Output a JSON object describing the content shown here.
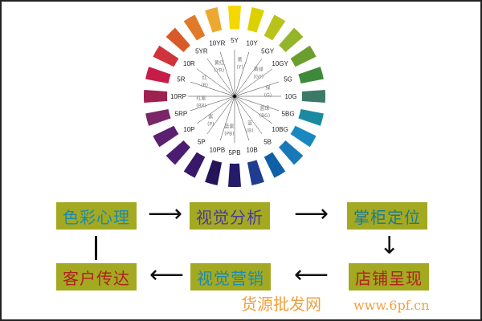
{
  "wheel": {
    "segment_colors": [
      "#f5d800",
      "#dcd000",
      "#b8c21a",
      "#94b42a",
      "#6c9e2e",
      "#3f8a3a",
      "#3b7a66",
      "#1a8aa0",
      "#1a88c0",
      "#1878b8",
      "#1060a8",
      "#203c90",
      "#241c68",
      "#24145a",
      "#38186a",
      "#4c1c70",
      "#5c2070",
      "#7a2668",
      "#a02050",
      "#c81c48",
      "#d0343a",
      "#d85a28",
      "#e07a28",
      "#eca830"
    ],
    "hue_labels": [
      "5Y",
      "10Y",
      "5GY",
      "10GY",
      "5G",
      "10G",
      "5BG",
      "10BG",
      "5B",
      "10B",
      "5PB",
      "10PB",
      "5P",
      "10P",
      "5RP",
      "10RP",
      "5R",
      "10R",
      "5YR",
      "10YR"
    ],
    "hue_names": [
      "黄 (Y)",
      "黄绿 (GY)",
      "绿 (G)",
      "蓝绿 (BG)",
      "蓝 (B)",
      "蓝紫 (PB)",
      "紫 (P)",
      "红紫 (RP)",
      "红 (R)",
      "黄红 (YR)"
    ]
  },
  "flow": {
    "step1": "色彩心理",
    "step2": "视觉分析",
    "step3": "掌柜定位",
    "step4": "店铺呈现",
    "step5": "视觉营销",
    "step6": "客户传达",
    "box_color": "#a3a921"
  },
  "watermark": {
    "name": "货源批发网",
    "url": "www.6pf.cn"
  }
}
